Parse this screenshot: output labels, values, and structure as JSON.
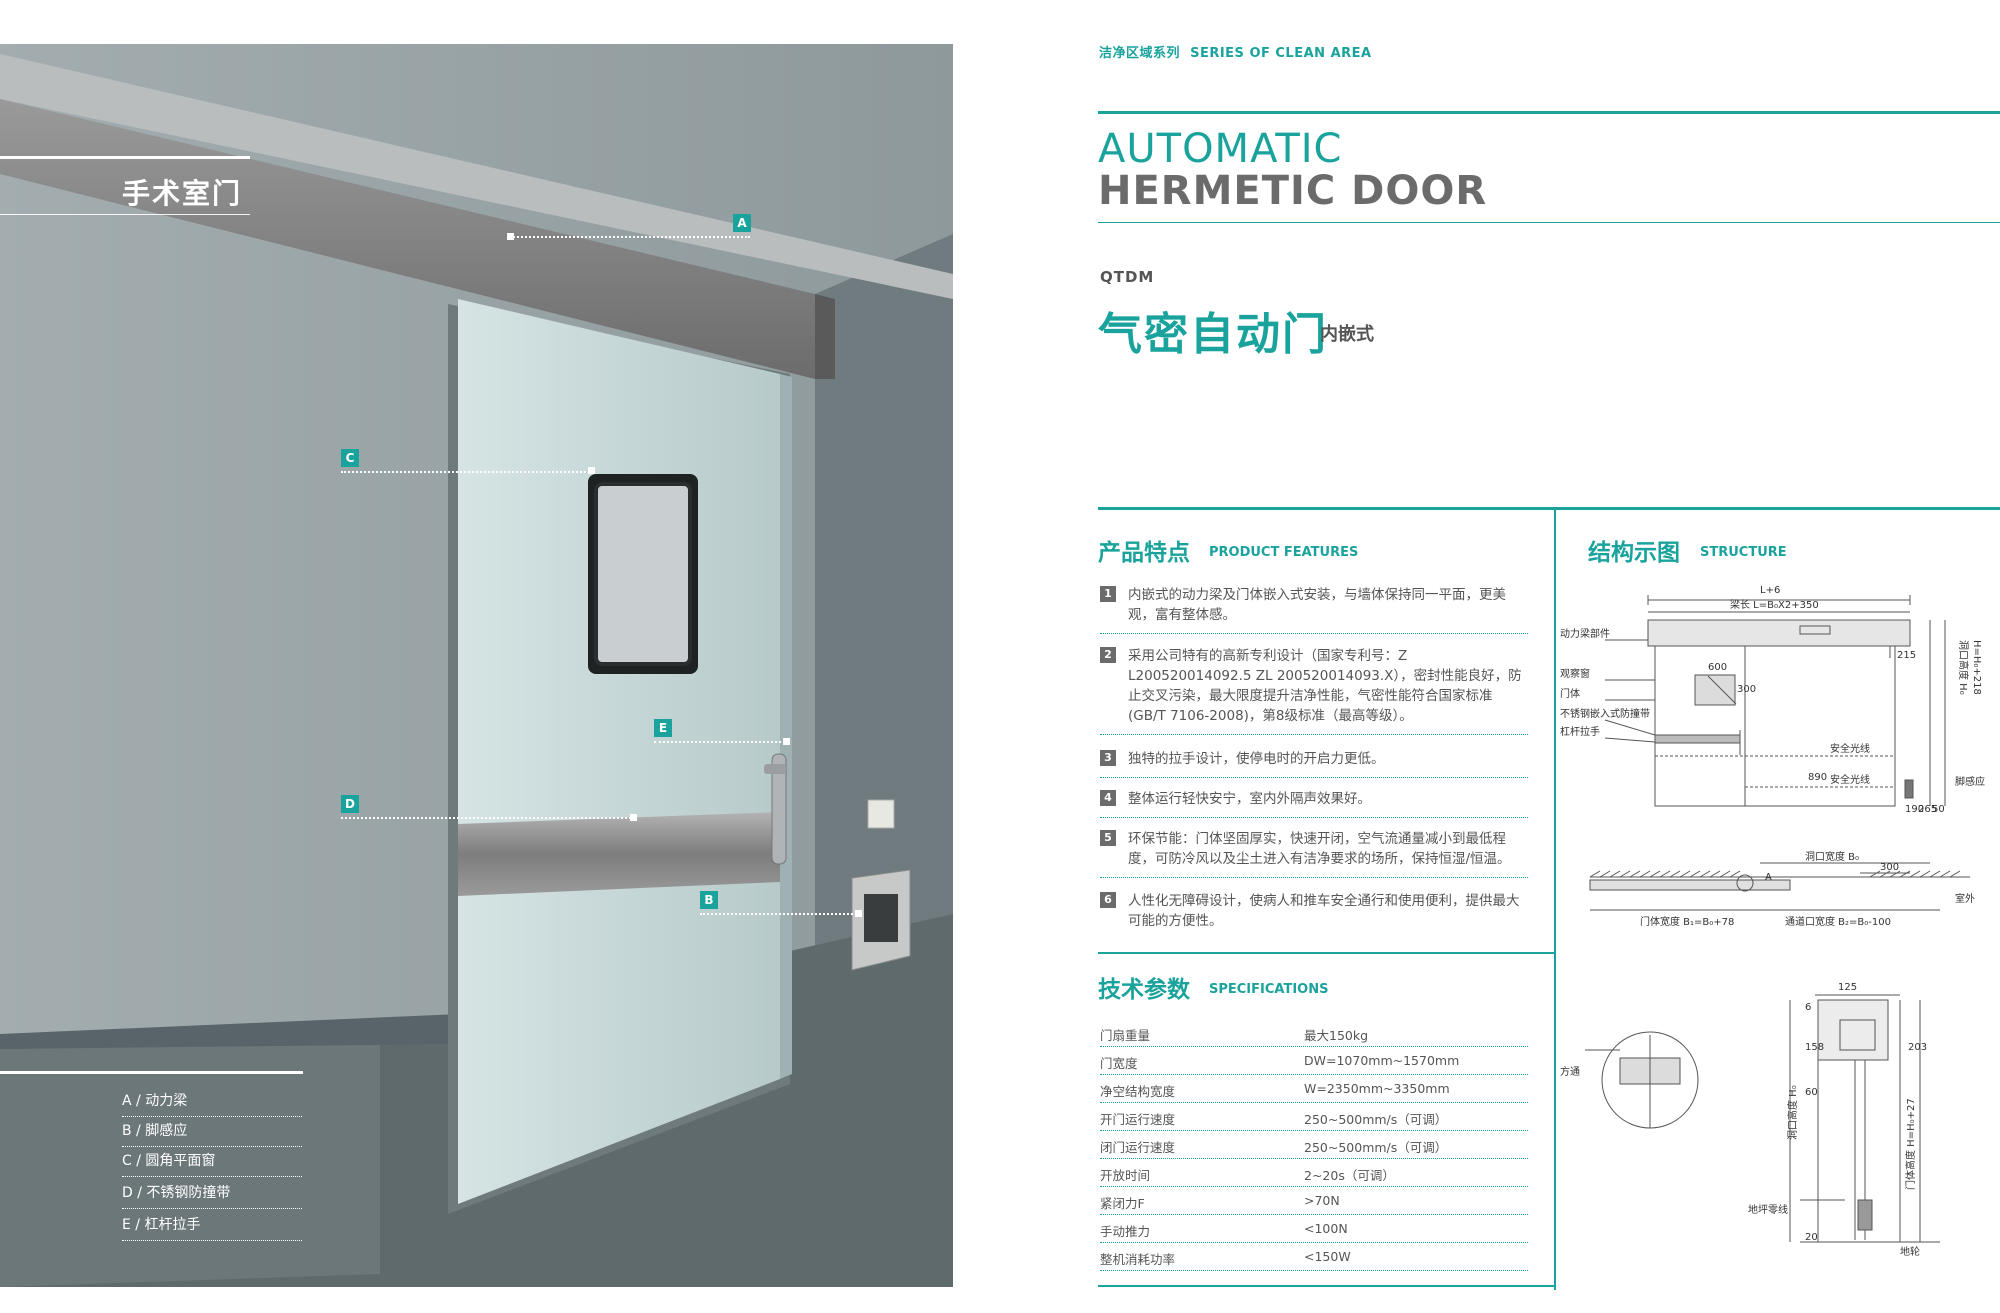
{
  "photo": {
    "title": "手术室门",
    "tags": [
      "A",
      "B",
      "C",
      "D",
      "E"
    ],
    "legend": [
      "A / 动力梁",
      "B / 脚感应",
      "C / 圆角平面窗",
      "D / 不锈钢防撞带",
      "E / 杠杆拉手"
    ]
  },
  "header": {
    "series_cn": "洁净区域系列",
    "series_en": "SERIES OF CLEAN AREA"
  },
  "title": {
    "line1": "AUTOMATIC",
    "line2": "HERMETIC DOOR",
    "model": "QTDM",
    "cn": "气密自动门",
    "cn_sub": "内嵌式"
  },
  "features": {
    "title_cn": "产品特点",
    "title_en": "PRODUCT FEATURES",
    "items": [
      {
        "num": "1",
        "text": "内嵌式的动力梁及门体嵌入式安装，与墙体保持同一平面，更美观，富有整体感。"
      },
      {
        "num": "2",
        "text": "采用公司特有的高新专利设计（国家专利号：Z L200520014092.5 ZL 200520014093.X），密封性能良好，防止交叉污染，最大限度提升洁净性能，气密性能符合国家标准(GB/T 7106-2008)，第8级标准（最高等级）。"
      },
      {
        "num": "3",
        "text": "独特的拉手设计，使停电时的开启力更低。"
      },
      {
        "num": "4",
        "text": "整体运行轻快安宁，室内外隔声效果好。"
      },
      {
        "num": "5",
        "text": "环保节能：门体坚固厚实，快速开闭，空气流通量减小到最低程度，可防冷风以及尘土进入有洁净要求的场所，保持恒湿/恒温。"
      },
      {
        "num": "6",
        "text": "人性化无障碍设计，使病人和推车安全通行和使用便利，提供最大可能的方便性。"
      }
    ]
  },
  "specs": {
    "title_cn": "技术参数",
    "title_en": "SPECIFICATIONS",
    "rows": [
      {
        "k": "门扇重量",
        "v": "最大150kg"
      },
      {
        "k": "门宽度",
        "v": "DW=1070mm~1570mm"
      },
      {
        "k": "净空结构宽度",
        "v": "W=2350mm~3350mm"
      },
      {
        "k": "开门运行速度",
        "v": "250~500mm/s（可调）"
      },
      {
        "k": "闭门运行速度",
        "v": "250~500mm/s（可调）"
      },
      {
        "k": "开放时间",
        "v": "2~20s（可调）"
      },
      {
        "k": "紧闭力F",
        "v": ">70N"
      },
      {
        "k": "手动推力",
        "v": "<100N"
      },
      {
        "k": "整机消耗功率",
        "v": "<150W"
      }
    ]
  },
  "structure": {
    "title_cn": "结构示图",
    "title_en": "STRUCTURE",
    "labels": {
      "top_dim": "L+6",
      "beam_len": "梁长 L=B₀X2+350",
      "beam_part": "动力梁部件",
      "window": "观察窗",
      "door": "门体",
      "bumper": "不锈钢嵌入式防撞带",
      "lever": "杠杆拉手",
      "safety1": "安全光线",
      "safety2": "安全光线",
      "foot": "脚感应",
      "hole_h": "洞口高度 H₀",
      "h_eq": "H=H₀+218",
      "d600": "600",
      "d300": "300",
      "d215": "215",
      "d890": "890",
      "d190": "190",
      "d265": "265",
      "d50": "50",
      "hole_w": "洞口宽度 B₀",
      "d300b": "300",
      "outside": "室外",
      "door_w": "门体宽度 B₁=B₀+78",
      "pass_w": "通道口宽度 B₂=B₀-100",
      "mark_a": "A",
      "d125": "125",
      "d6": "6",
      "d158": "158",
      "d203": "203",
      "d60": "60",
      "hole_h2": "洞口高度 H₀",
      "door_h": "门体高度 H=H₀+27",
      "fang": "方通",
      "ground": "地坪零线",
      "d20": "20",
      "wheel": "地轮"
    }
  },
  "colors": {
    "accent": "#1aa39c",
    "wall": "#9ea9ac",
    "door": "#c6d8d8",
    "steel": "#8c8c8c"
  }
}
